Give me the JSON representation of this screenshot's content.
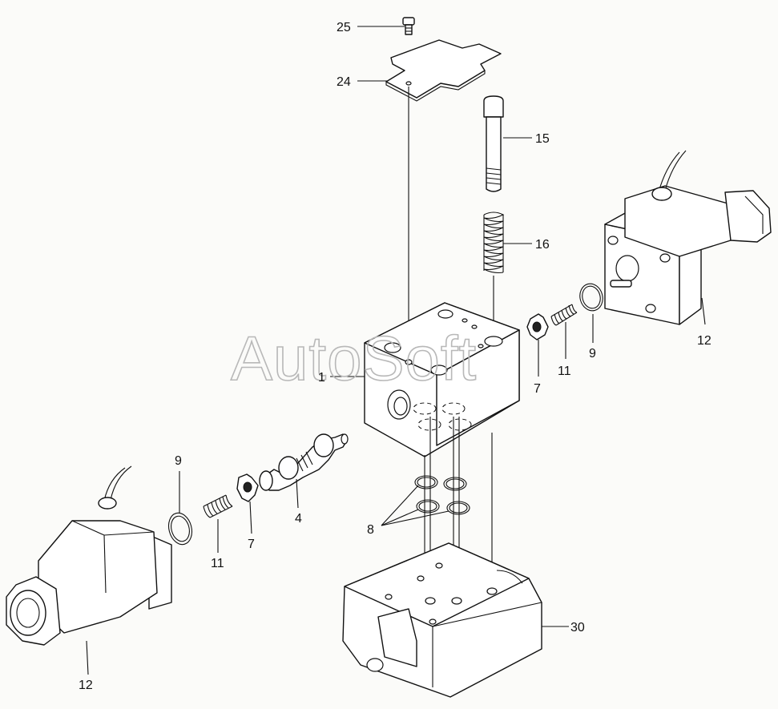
{
  "watermark": "AutoSoft",
  "callouts": {
    "c25": "25",
    "c24": "24",
    "c15": "15",
    "c16": "16",
    "c12_right": "12",
    "c9_right": "9",
    "c11_right": "11",
    "c7_right": "7",
    "c1": "1",
    "c9_left": "9",
    "c11_left": "11",
    "c7_left": "7",
    "c4": "4",
    "c8": "8",
    "c30": "30",
    "c12_left": "12"
  }
}
